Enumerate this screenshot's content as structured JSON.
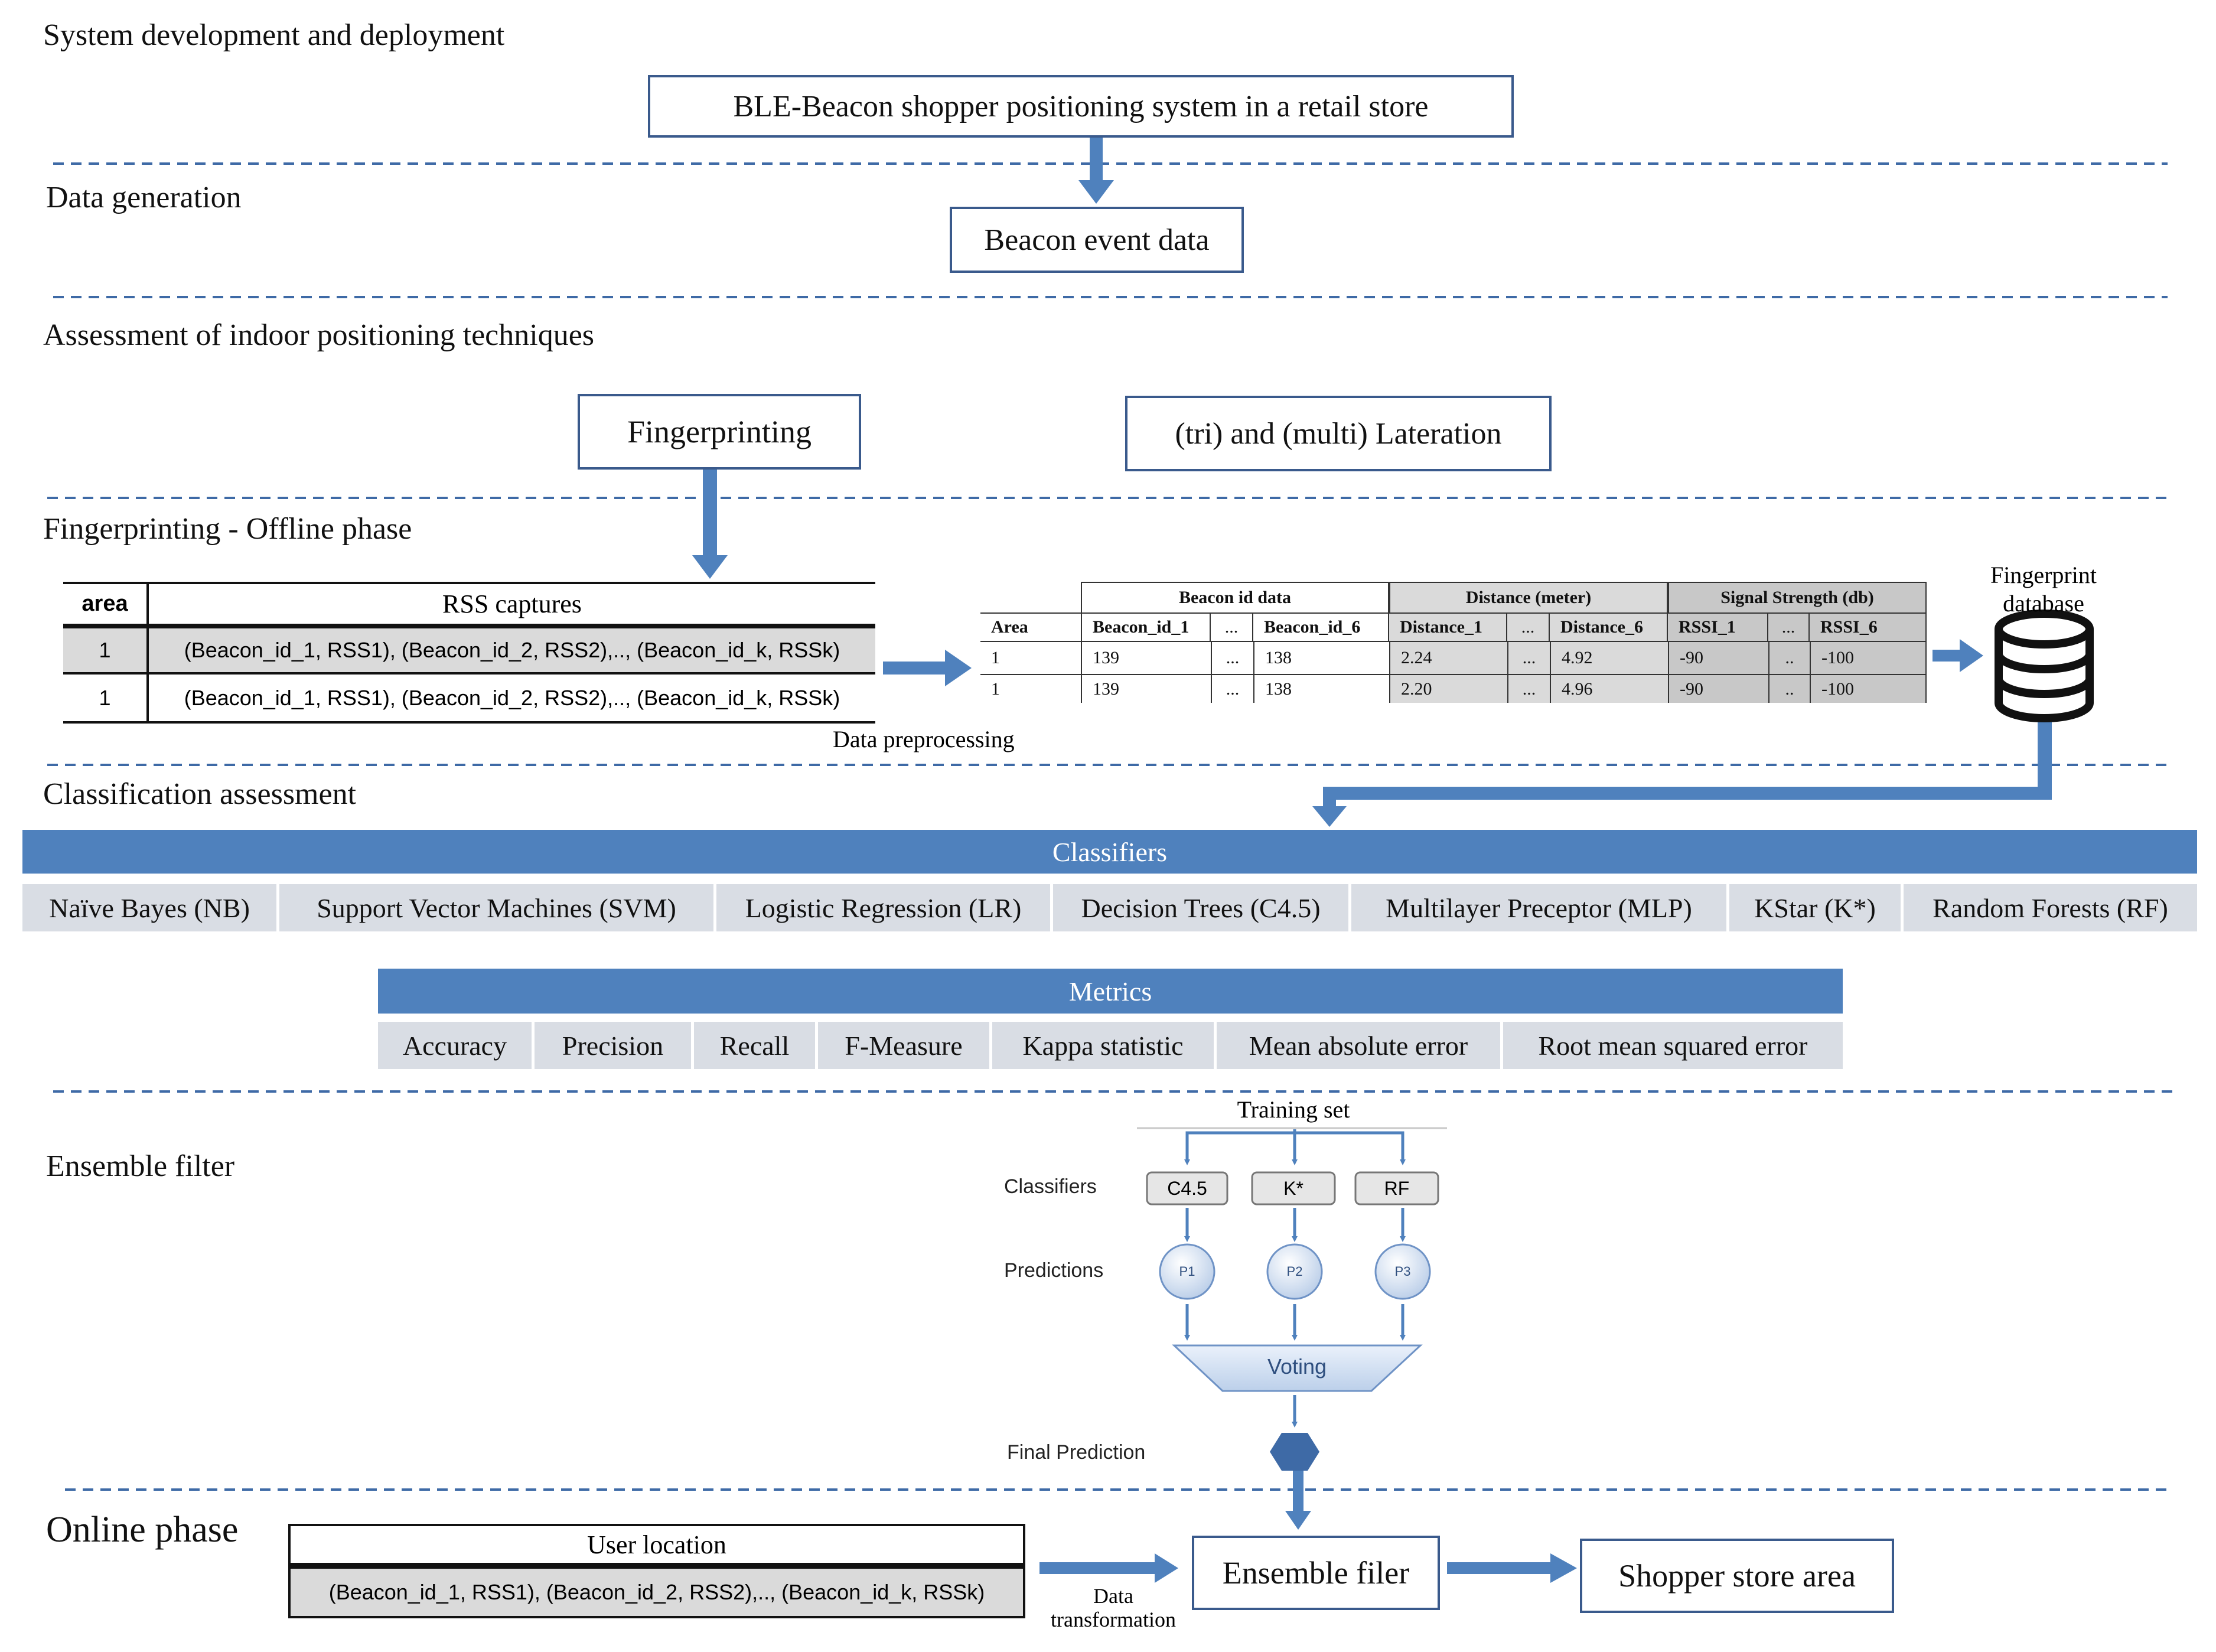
{
  "sections": {
    "system_dev": "System development and deployment",
    "data_gen": "Data generation",
    "assessment": "Assessment of indoor positioning techniques",
    "offline": "Fingerprinting - Offline phase",
    "classification": "Classification assessment",
    "ensemble": "Ensemble filter",
    "online": "Online  phase"
  },
  "boxes": {
    "ble_system": "BLE-Beacon shopper positioning system in a retail store",
    "beacon_event": "Beacon event data",
    "fingerprinting": "Fingerprinting",
    "lateration": "(tri) and (multi) Lateration",
    "ensemble_filer": "Ensemble filer",
    "shopper_area": "Shopper store area"
  },
  "rss_table": {
    "col_area": "area",
    "col_rss": "RSS captures",
    "rows": [
      {
        "area": "1",
        "rss": "(Beacon_id_1, RSS1), (Beacon_id_2, RSS2),.., (Beacon_id_k, RSSk)"
      },
      {
        "area": "1",
        "rss": "(Beacon_id_1, RSS1), (Beacon_id_2, RSS2),.., (Beacon_id_k, RSSk)"
      }
    ]
  },
  "data_preprocessing": "Data preprocessing",
  "processed_table": {
    "groups": [
      "Beacon id data",
      "Distance (meter)",
      "Signal Strength (db)"
    ],
    "headers": [
      "Area",
      "Beacon_id_1",
      "...",
      "Beacon_id_6",
      "Distance_1",
      "...",
      "Distance_6",
      "RSSI_1",
      "...",
      "RSSI_6"
    ],
    "rows": [
      [
        "1",
        "139",
        "...",
        "138",
        "2.24",
        "...",
        "4.92",
        "-90",
        "..",
        "-100"
      ],
      [
        "1",
        "139",
        "...",
        "138",
        "2.20",
        "...",
        "4.96",
        "-90",
        "..",
        "-100"
      ]
    ]
  },
  "fingerprint_db": "Fingerprint database",
  "classifiers": {
    "title": "Classifiers",
    "items": [
      "Naïve Bayes (NB)",
      "Support Vector Machines (SVM)",
      "Logistic Regression (LR)",
      "Decision Trees (C4.5)",
      "Multilayer Preceptor (MLP)",
      "KStar (K*)",
      "Random Forests (RF)"
    ]
  },
  "metrics": {
    "title": "Metrics",
    "items": [
      "Accuracy",
      "Precision",
      "Recall",
      "F-Measure",
      "Kappa statistic",
      "Mean absolute error",
      "Root mean squared error"
    ]
  },
  "ensemble_diagram": {
    "training_set": "Training set",
    "classifiers_label": "Classifiers",
    "predictions_label": "Predictions",
    "final_prediction": "Final Prediction",
    "classifiers": [
      "C4.5",
      "K*",
      "RF"
    ],
    "predictions": [
      "P1",
      "P2",
      "P3"
    ],
    "voting": "Voting"
  },
  "online": {
    "user_location": "User location",
    "user_rss": "(Beacon_id_1, RSS1), (Beacon_id_2, RSS2),.., (Beacon_id_k, RSSk)",
    "data_transformation_1": "Data",
    "data_transformation_2": "transformation"
  },
  "colors": {
    "accent_blue": "#4f81bd",
    "box_border": "#3a5a8c",
    "light_cell": "#d9dde4",
    "gray_cell": "#dadada"
  }
}
